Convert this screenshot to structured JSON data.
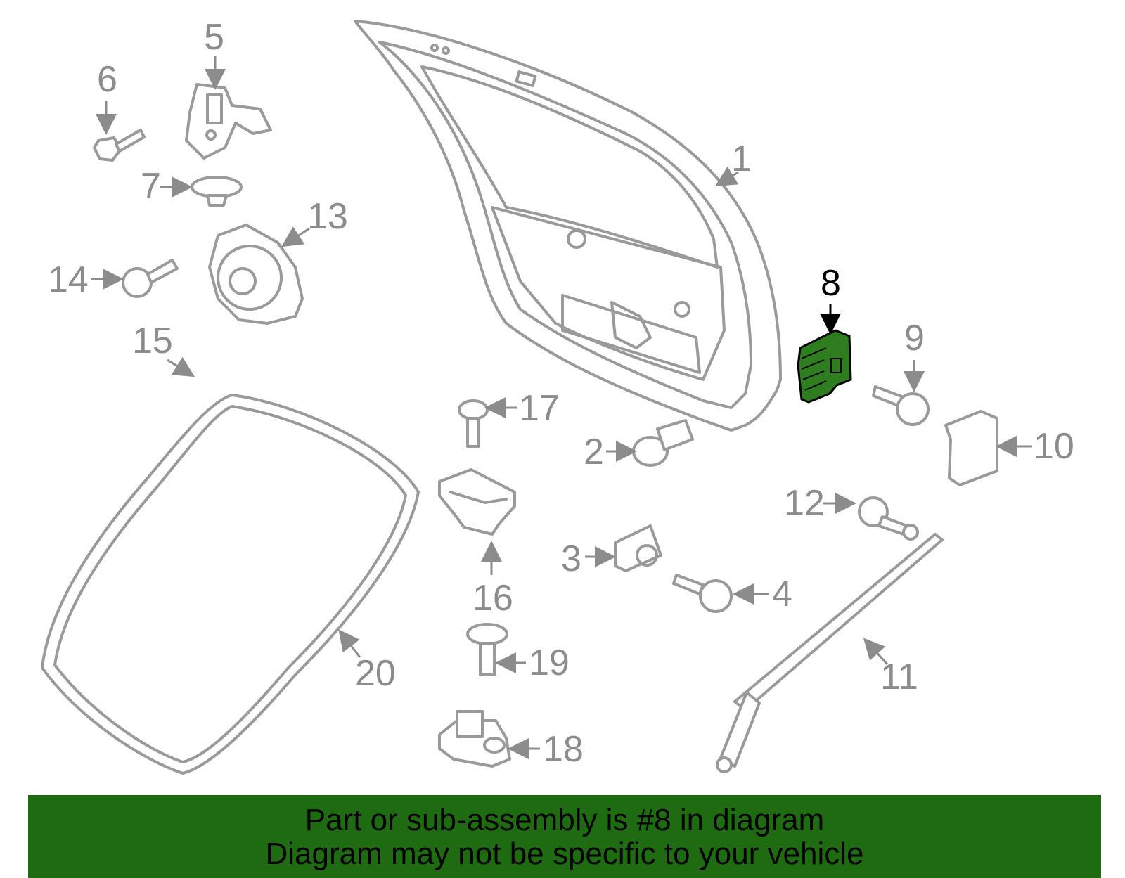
{
  "diagram": {
    "highlighted_part": "8",
    "highlight_color": "#2e7d1f",
    "callouts": [
      "1",
      "2",
      "3",
      "4",
      "5",
      "6",
      "7",
      "8",
      "9",
      "10",
      "11",
      "12",
      "13",
      "14",
      "15",
      "16",
      "17",
      "18",
      "19",
      "20"
    ]
  },
  "banner": {
    "line1": "Part or sub-assembly is #8 in diagram",
    "line2": "Diagram may not be specific to your vehicle",
    "background": "#1e6b12"
  }
}
